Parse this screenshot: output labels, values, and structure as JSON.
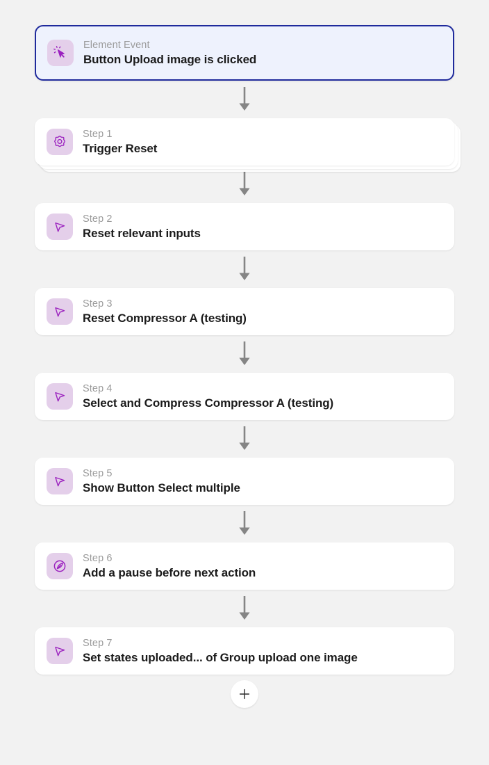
{
  "canvas": {
    "background_color": "#f2f2f2"
  },
  "colors": {
    "event_border": "#1f2a9c",
    "event_background": "#eef2fd",
    "icon_tile": "#e4cfea",
    "icon_glyph": "#9b21bf",
    "card_background": "#ffffff",
    "step_label": "#9b9b9b",
    "step_title": "#1b1b1b",
    "connector_arrow": "#858585"
  },
  "nodes": [
    {
      "kind": "event",
      "label": "Element Event",
      "title": "Button Upload image is clicked",
      "icon": "cursor-click-icon",
      "stacked": false,
      "selected": true
    },
    {
      "kind": "step",
      "label": "Step 1",
      "title": "Trigger Reset",
      "icon": "gear-icon",
      "stacked": true,
      "selected": false
    },
    {
      "kind": "step",
      "label": "Step 2",
      "title": "Reset relevant inputs",
      "icon": "cursor-arrow-icon",
      "stacked": false,
      "selected": false
    },
    {
      "kind": "step",
      "label": "Step 3",
      "title": "Reset Compressor A (testing)",
      "icon": "cursor-arrow-icon",
      "stacked": false,
      "selected": false
    },
    {
      "kind": "step",
      "label": "Step 4",
      "title": "Select and Compress Compressor A (testing)",
      "icon": "cursor-arrow-icon",
      "stacked": false,
      "selected": false
    },
    {
      "kind": "step",
      "label": "Step 5",
      "title": "Show Button Select multiple",
      "icon": "cursor-arrow-icon",
      "stacked": false,
      "selected": false
    },
    {
      "kind": "step",
      "label": "Step 6",
      "title": "Add a pause before next action",
      "icon": "pause-circle-icon",
      "stacked": false,
      "selected": false
    },
    {
      "kind": "step",
      "label": "Step 7",
      "title": "Set states uploaded... of Group upload one image",
      "icon": "cursor-arrow-icon",
      "stacked": false,
      "selected": false
    }
  ],
  "add_button": {
    "icon": "plus-icon",
    "tooltip": "Add action"
  }
}
